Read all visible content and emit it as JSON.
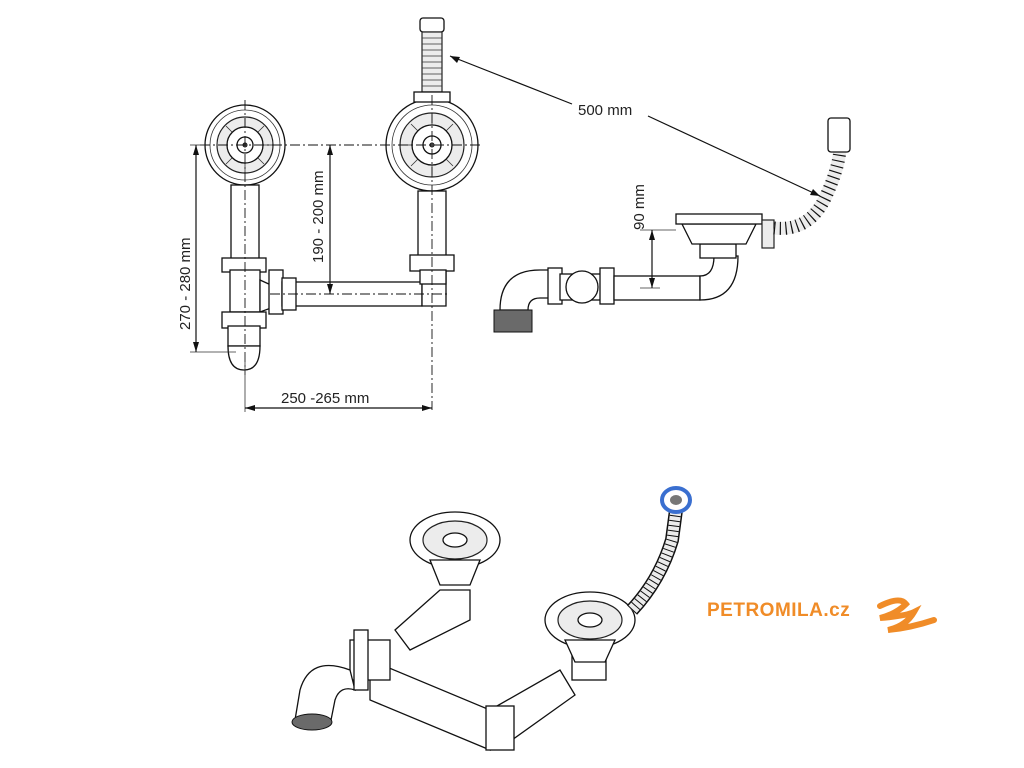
{
  "dimensions": {
    "hose_length": "500 mm",
    "outlet_height": "270 - 280 mm",
    "bowl_to_pipe": "190 - 200 mm",
    "bowl_spacing": "250 -265 mm",
    "basket_depth": "90 mm"
  },
  "brand": {
    "name": "PETROMILA.cz",
    "color": "#f08c28"
  },
  "colors": {
    "line": "#111111",
    "shading": "#ececec",
    "gasket_blue": "#3a6fd0"
  }
}
